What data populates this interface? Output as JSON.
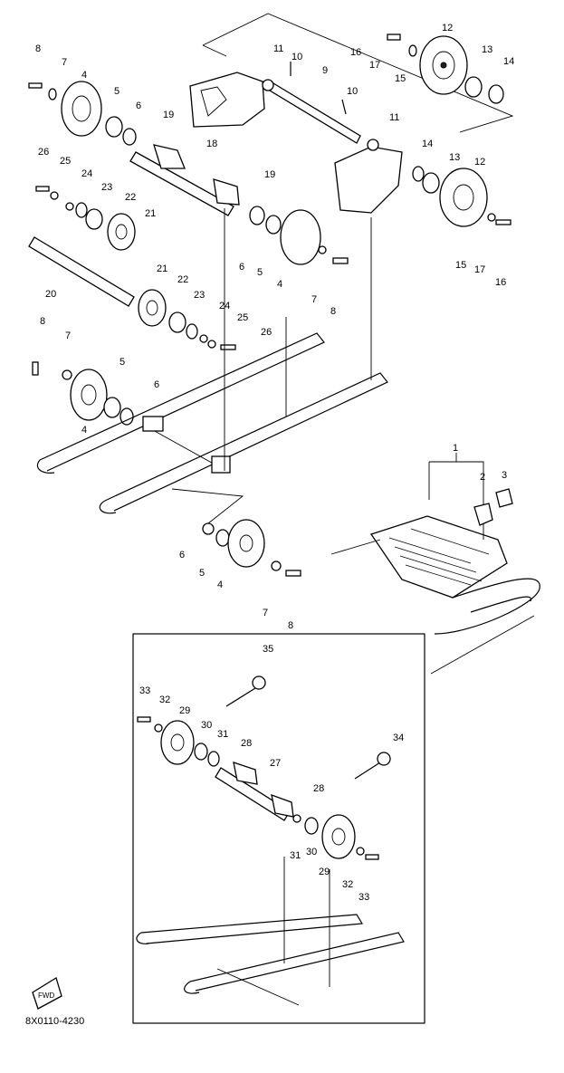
{
  "diagram": {
    "part_code": "8X0110-4230",
    "front_label": "FWD",
    "callouts": [
      {
        "id": "c1",
        "text": "8"
      },
      {
        "id": "c2",
        "text": "7"
      },
      {
        "id": "c3",
        "text": "4"
      },
      {
        "id": "c4",
        "text": "5"
      },
      {
        "id": "c5",
        "text": "6"
      },
      {
        "id": "c6",
        "text": "19"
      },
      {
        "id": "c7",
        "text": "11"
      },
      {
        "id": "c8",
        "text": "10"
      },
      {
        "id": "c9",
        "text": "9"
      },
      {
        "id": "c10",
        "text": "10"
      },
      {
        "id": "c11",
        "text": "16"
      },
      {
        "id": "c12",
        "text": "17"
      },
      {
        "id": "c13",
        "text": "15"
      },
      {
        "id": "c14",
        "text": "12"
      },
      {
        "id": "c15",
        "text": "13"
      },
      {
        "id": "c16",
        "text": "14"
      },
      {
        "id": "c17",
        "text": "26"
      },
      {
        "id": "c18",
        "text": "25"
      },
      {
        "id": "c19",
        "text": "24"
      },
      {
        "id": "c20",
        "text": "23"
      },
      {
        "id": "c21",
        "text": "22"
      },
      {
        "id": "c22",
        "text": "21"
      },
      {
        "id": "c23",
        "text": "18"
      },
      {
        "id": "c24",
        "text": "19"
      },
      {
        "id": "c25",
        "text": "11"
      },
      {
        "id": "c26",
        "text": "14"
      },
      {
        "id": "c27",
        "text": "13"
      },
      {
        "id": "c28",
        "text": "12"
      },
      {
        "id": "c29",
        "text": "6"
      },
      {
        "id": "c30",
        "text": "5"
      },
      {
        "id": "c31",
        "text": "4"
      },
      {
        "id": "c32",
        "text": "7"
      },
      {
        "id": "c33",
        "text": "8"
      },
      {
        "id": "c34",
        "text": "15"
      },
      {
        "id": "c35",
        "text": "17"
      },
      {
        "id": "c36",
        "text": "16"
      },
      {
        "id": "c37",
        "text": "20"
      },
      {
        "id": "c38",
        "text": "21"
      },
      {
        "id": "c39",
        "text": "22"
      },
      {
        "id": "c40",
        "text": "23"
      },
      {
        "id": "c41",
        "text": "24"
      },
      {
        "id": "c42",
        "text": "25"
      },
      {
        "id": "c43",
        "text": "26"
      },
      {
        "id": "c44",
        "text": "8"
      },
      {
        "id": "c45",
        "text": "7"
      },
      {
        "id": "c46",
        "text": "5"
      },
      {
        "id": "c47",
        "text": "6"
      },
      {
        "id": "c48",
        "text": "4"
      },
      {
        "id": "c49",
        "text": "1"
      },
      {
        "id": "c50",
        "text": "2"
      },
      {
        "id": "c51",
        "text": "3"
      },
      {
        "id": "c52",
        "text": "6"
      },
      {
        "id": "c53",
        "text": "5"
      },
      {
        "id": "c54",
        "text": "4"
      },
      {
        "id": "c55",
        "text": "7"
      },
      {
        "id": "c56",
        "text": "8"
      },
      {
        "id": "c57",
        "text": "35"
      },
      {
        "id": "c58",
        "text": "33"
      },
      {
        "id": "c59",
        "text": "32"
      },
      {
        "id": "c60",
        "text": "29"
      },
      {
        "id": "c61",
        "text": "30"
      },
      {
        "id": "c62",
        "text": "31"
      },
      {
        "id": "c63",
        "text": "28"
      },
      {
        "id": "c64",
        "text": "27"
      },
      {
        "id": "c65",
        "text": "34"
      },
      {
        "id": "c66",
        "text": "28"
      },
      {
        "id": "c67",
        "text": "31"
      },
      {
        "id": "c68",
        "text": "30"
      },
      {
        "id": "c69",
        "text": "29"
      },
      {
        "id": "c70",
        "text": "32"
      },
      {
        "id": "c71",
        "text": "33"
      }
    ]
  }
}
